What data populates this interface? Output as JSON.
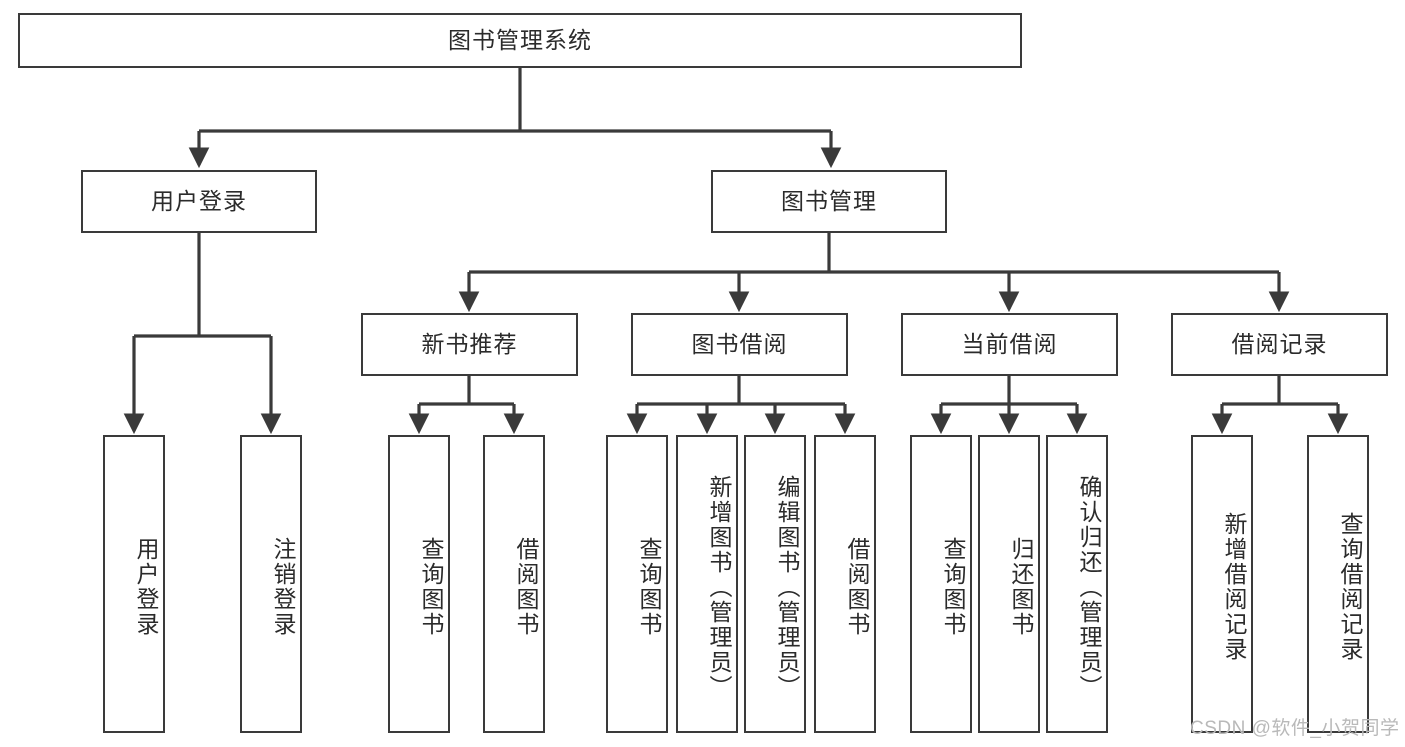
{
  "diagram": {
    "type": "tree-hierarchy-chart",
    "title": "图书管理系统",
    "line_color": "#3a3a3a",
    "box_fill": "#ffffff",
    "text_color": "#2b2b2b",
    "root": {
      "id": "root",
      "label": "图书管理系统"
    },
    "level2": [
      {
        "id": "user-login",
        "label": "用户登录"
      },
      {
        "id": "book-management",
        "label": "图书管理"
      }
    ],
    "level3": [
      {
        "id": "new-book-recommend",
        "label": "新书推荐",
        "parent": "book-management"
      },
      {
        "id": "book-borrow",
        "label": "图书借阅",
        "parent": "book-management"
      },
      {
        "id": "current-borrow",
        "label": "当前借阅",
        "parent": "book-management"
      },
      {
        "id": "borrow-record",
        "label": "借阅记录",
        "parent": "book-management"
      }
    ],
    "leaves": [
      {
        "id": "leaf-user-login",
        "label": "用户登录",
        "parent": "user-login"
      },
      {
        "id": "leaf-logout",
        "label": "注销登录",
        "parent": "user-login"
      },
      {
        "id": "leaf-query-book-1",
        "label": "查询图书",
        "parent": "new-book-recommend"
      },
      {
        "id": "leaf-borrow-book-1",
        "label": "借阅图书",
        "parent": "new-book-recommend"
      },
      {
        "id": "leaf-query-book-2",
        "label": "查询图书",
        "parent": "book-borrow"
      },
      {
        "id": "leaf-add-book",
        "label": "新增图书（管理员）",
        "parent": "book-borrow"
      },
      {
        "id": "leaf-edit-book",
        "label": "编辑图书（管理员）",
        "parent": "book-borrow"
      },
      {
        "id": "leaf-borrow-book-2",
        "label": "借阅图书",
        "parent": "book-borrow"
      },
      {
        "id": "leaf-query-book-3",
        "label": "查询图书",
        "parent": "current-borrow"
      },
      {
        "id": "leaf-return-book",
        "label": "归还图书",
        "parent": "current-borrow"
      },
      {
        "id": "leaf-confirm-return",
        "label": "确认归还（管理员）",
        "parent": "current-borrow"
      },
      {
        "id": "leaf-add-record",
        "label": "新增借阅记录",
        "parent": "borrow-record"
      },
      {
        "id": "leaf-query-record",
        "label": "查询借阅记录",
        "parent": "borrow-record"
      }
    ]
  },
  "watermark": {
    "text": "CSDN @软件_小贺同学"
  }
}
